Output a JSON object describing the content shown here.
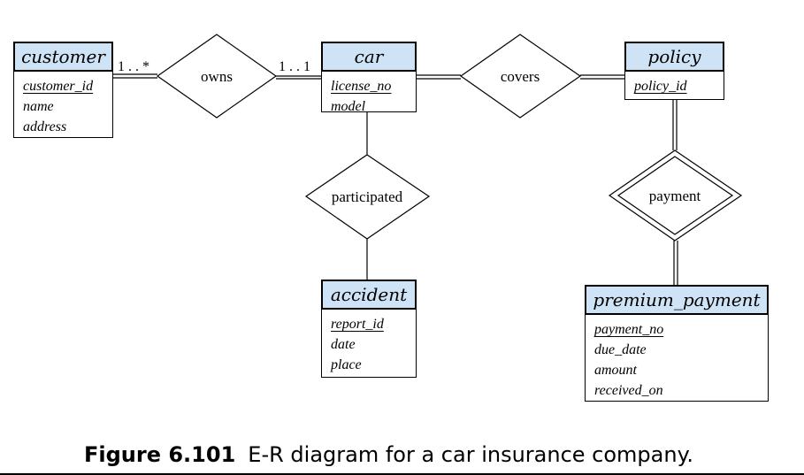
{
  "entities": {
    "customer": {
      "title": "customer",
      "key": "customer_id",
      "attributes": [
        "name",
        "address"
      ]
    },
    "car": {
      "title": "car",
      "key": "license_no",
      "attributes": [
        "model"
      ]
    },
    "policy": {
      "title": "policy",
      "key": "policy_id",
      "attributes": []
    },
    "accident": {
      "title": "accident",
      "key": "report_id",
      "attributes": [
        "date",
        "place"
      ]
    },
    "premium_payment": {
      "title": "premium_payment",
      "key": "payment_no",
      "attributes": [
        "due_date",
        "amount",
        "received_on"
      ]
    }
  },
  "relationships": {
    "owns": "owns",
    "covers": "covers",
    "participated": "participated",
    "payment": "payment"
  },
  "cardinalities": {
    "owns_customer": "1 . . *",
    "owns_car": "1 . . 1"
  },
  "caption": {
    "figure": "Figure 6.101",
    "text": "E-R diagram for a car insurance company."
  },
  "colors": {
    "entity_header": "#cfe3f6",
    "line": "#000000"
  }
}
